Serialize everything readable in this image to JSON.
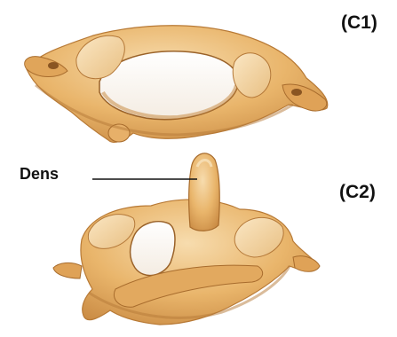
{
  "labels": {
    "c1": "(C1)",
    "c2": "(C2)",
    "dens": "Dens"
  },
  "colors": {
    "bone_light": "#f3cf96",
    "bone_mid": "#e4ac5e",
    "bone_dark": "#b87a36",
    "shadow": "#8a5522",
    "leader_line": "#111111"
  }
}
